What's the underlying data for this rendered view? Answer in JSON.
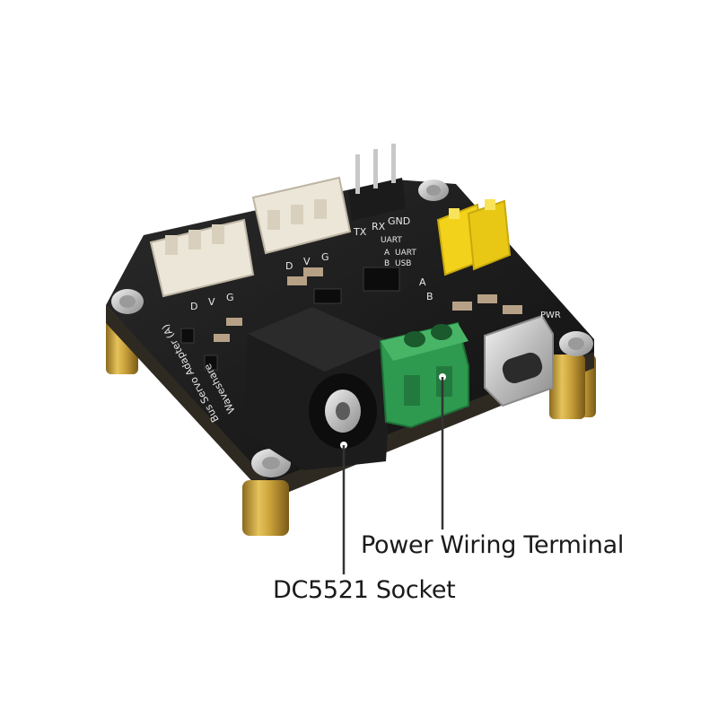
{
  "callouts": {
    "power_terminal": "Power Wiring Terminal",
    "dc_socket": "DC5521 Socket"
  },
  "board_silkscreen": {
    "uart_pins": [
      "TX",
      "RX",
      "GND"
    ],
    "uart_box": "UART",
    "switch_labels": [
      "A",
      "UART",
      "B",
      "USB"
    ],
    "switch_side_labels": [
      "A",
      "B"
    ],
    "servo_connector_labels": [
      "D",
      "V",
      "G"
    ],
    "pwr": "PWR",
    "brand": "Waveshare",
    "product": "Bus Servo Adapter (A)"
  },
  "colors": {
    "pcb": "#141414",
    "terminal": "#2e9a4f",
    "jumper": "#f2d21a",
    "standoff": "#c9a13a",
    "connector": "#ece6d8"
  }
}
